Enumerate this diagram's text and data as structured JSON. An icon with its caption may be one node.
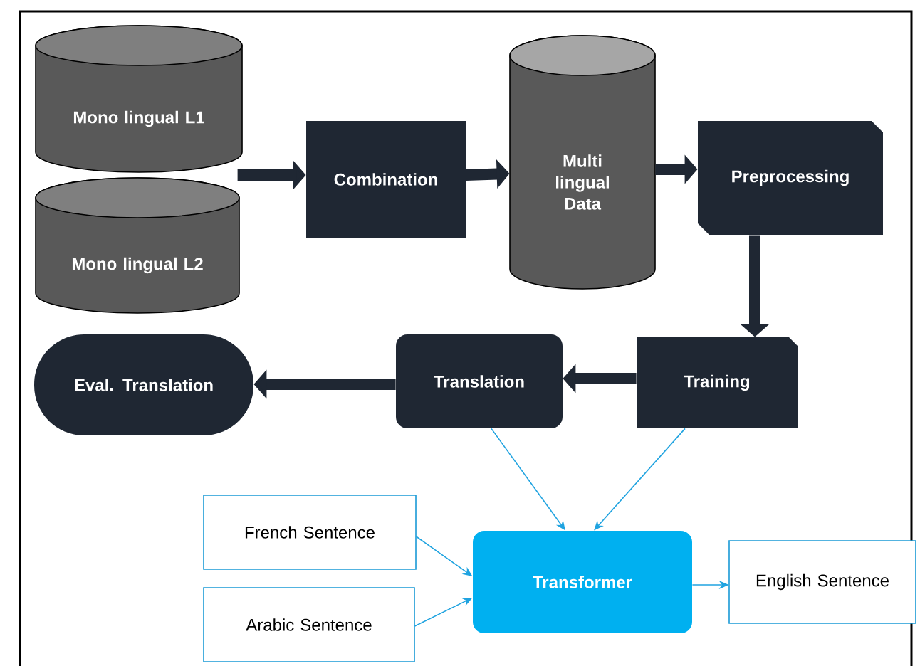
{
  "diagram": {
    "nodes": [
      {
        "text": [
          "Mono lingual L1"
        ]
      },
      {
        "text": [
          "Mono lingual L2"
        ]
      },
      {
        "text": [
          "Combination"
        ]
      },
      {
        "text": [
          "Multi lingual Data"
        ]
      },
      {
        "text": [
          "Preprocessing"
        ]
      },
      {
        "text": [
          "Training"
        ]
      },
      {
        "text": [
          "Translation"
        ]
      },
      {
        "text": [
          "Eval. Translation"
        ]
      },
      {
        "text": [
          "French Sentence"
        ]
      },
      {
        "text": [
          "Arabic Sentence"
        ]
      },
      {
        "text": [
          "Transformer"
        ]
      },
      {
        "text": [
          "English Sentence"
        ]
      }
    ],
    "edges": [
      {
        "from": 0,
        "to": 2,
        "arrow": "to"
      },
      {
        "from": 1,
        "to": 2,
        "arrow": "to"
      },
      {
        "from": 2,
        "to": 3,
        "arrow": "to"
      },
      {
        "from": 3,
        "to": 4,
        "arrow": "to"
      },
      {
        "from": 4,
        "to": 5,
        "arrow": "to"
      },
      {
        "from": 5,
        "to": 6,
        "arrow": "to"
      },
      {
        "from": 6,
        "to": 7,
        "arrow": "to"
      },
      {
        "from": 6,
        "to": 10,
        "arrow": "to",
        "color": "#1fa3e0"
      },
      {
        "from": 5,
        "to": 10,
        "arrow": "to",
        "color": "#1fa3e0"
      },
      {
        "from": 8,
        "to": 10,
        "arrow": "to",
        "color": "#1fa3e0"
      },
      {
        "from": 9,
        "to": 10,
        "arrow": "to",
        "color": "#1fa3e0"
      },
      {
        "from": 10,
        "to": 11,
        "arrow": "to",
        "color": "#1fa3e0"
      }
    ]
  }
}
